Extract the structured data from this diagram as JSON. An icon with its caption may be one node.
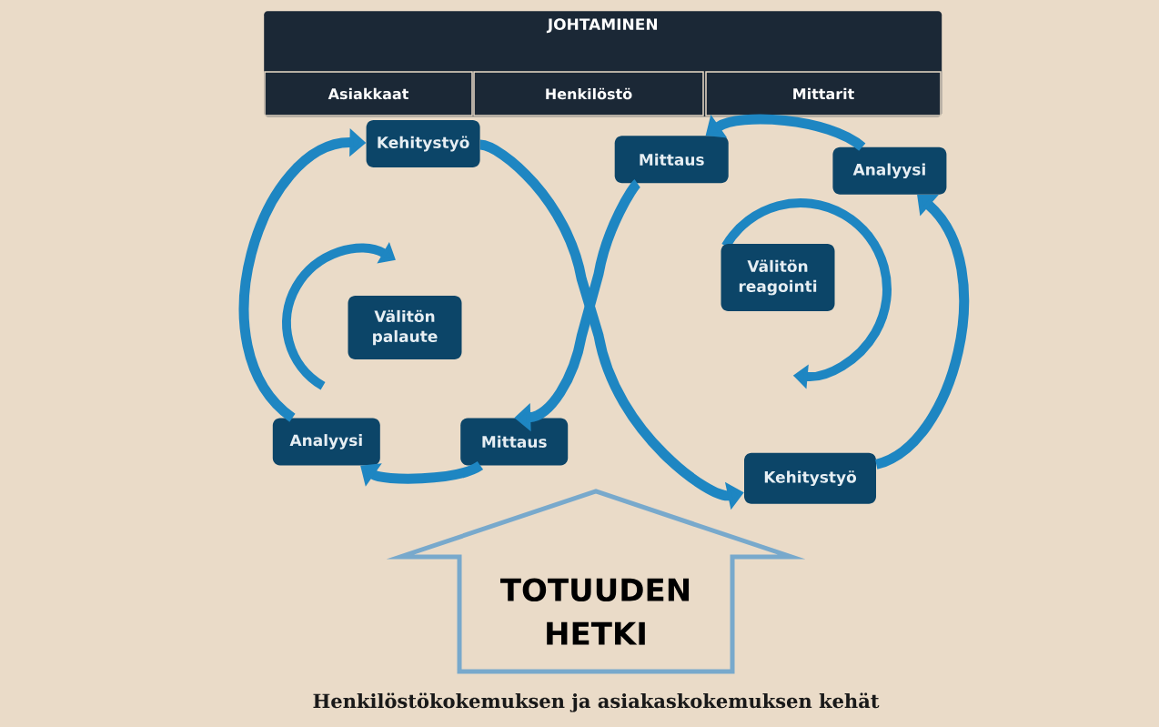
{
  "diagram": {
    "caption": "Henkilöstökokemuksen ja asiakaskokemuksen kehät",
    "nodes": [
      {
        "text": [
          "JOHTAMINEN"
        ]
      },
      {
        "text": [
          "Asiakkaat"
        ],
        "in": 0
      },
      {
        "text": [
          "Henkilöstö"
        ],
        "in": 0
      },
      {
        "text": [
          "Mittarit"
        ],
        "in": 0
      },
      {
        "text": [
          "Kehitystyö"
        ]
      },
      {
        "text": [
          "Välitön palaute"
        ]
      },
      {
        "text": [
          "Analyysi"
        ]
      },
      {
        "text": [
          "Mittaus"
        ]
      },
      {
        "text": [
          "Mittaus"
        ]
      },
      {
        "text": [
          "Analyysi"
        ]
      },
      {
        "text": [
          "Välitön reagointi"
        ]
      },
      {
        "text": [
          "Kehitystyö"
        ]
      },
      {
        "text": [
          "TOTUUDEN HETKI"
        ]
      }
    ],
    "edges": [
      {
        "from": 4,
        "to": 11,
        "arrow": "to"
      },
      {
        "from": 11,
        "to": 9,
        "arrow": "to"
      },
      {
        "from": 9,
        "to": 8,
        "arrow": "to"
      },
      {
        "from": 8,
        "to": 7,
        "arrow": "to"
      },
      {
        "from": 7,
        "to": 6,
        "arrow": "to"
      },
      {
        "from": 6,
        "to": 4,
        "arrow": "to"
      }
    ]
  }
}
